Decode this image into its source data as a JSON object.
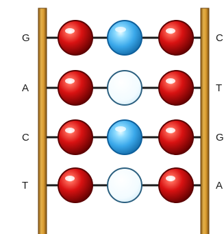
{
  "colors": {
    "rail_fill": "#d9a43a",
    "rail_edge": "#7a4f12",
    "rung_line": "#1a1a1a",
    "bead_red": "#d91212",
    "bead_red_dark": "#5c0000",
    "bead_blue": "#49b6f0",
    "bead_blue_dark": "#0d5f9b",
    "bead_white": "#f4fbff",
    "bead_white_edge": "#2b5f7f"
  },
  "rows": [
    {
      "left_label": "G",
      "right_label": "C",
      "middle_bead": "blue"
    },
    {
      "left_label": "A",
      "right_label": "T",
      "middle_bead": "white"
    },
    {
      "left_label": "C",
      "right_label": "G",
      "middle_bead": "blue"
    },
    {
      "left_label": "T",
      "right_label": "A",
      "middle_bead": "white"
    }
  ]
}
